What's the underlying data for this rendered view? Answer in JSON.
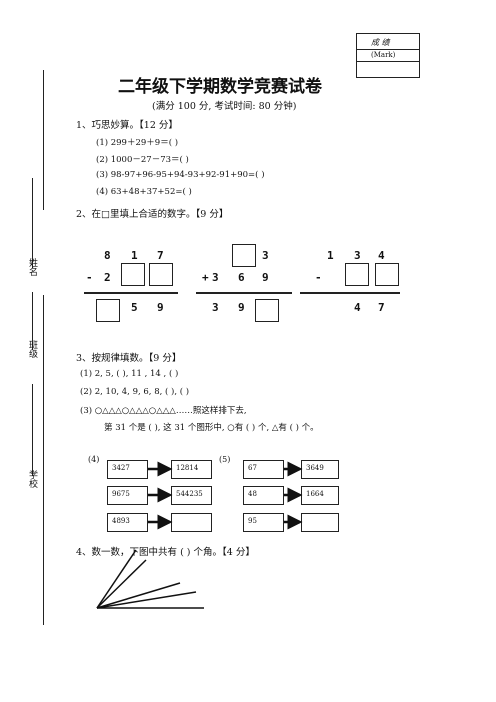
{
  "score_box": {
    "label": "成  绩",
    "sub": "(Mark)"
  },
  "title": "二年级下学期数学竞赛试卷",
  "subtitle": "(满分 100 分, 考试时间: 80 分钟)",
  "side": {
    "name": "姓名",
    "class": "班级",
    "school": "学校"
  },
  "q1": {
    "head": "1、巧思妙算。【12 分】",
    "items": [
      "(1) 299＋29＋9＝(           )",
      "(2) 1000－27－73＝(           )",
      "(3) 98-97+96-95+94-93+92-91+90=(            )",
      "(4) 63+48+37+52=(           )"
    ]
  },
  "q2": {
    "head": "2、在□里填上合适的数字。【9 分】",
    "p1": {
      "top": [
        "8",
        "1",
        "7"
      ],
      "op": "-",
      "mid": "2",
      "bot": [
        "5",
        "9"
      ]
    },
    "p2": {
      "top": "3",
      "op": "+",
      "mid": [
        "3",
        "6",
        "9"
      ],
      "bot": [
        "3",
        "9"
      ]
    },
    "p3": {
      "top": [
        "1",
        "3",
        "4"
      ],
      "op": "-",
      "bot": [
        "4",
        "7"
      ]
    }
  },
  "q3": {
    "head": "3、按规律填数。【9 分】",
    "l1": "(1) 2,  5,  (     ),  11 ,  14 ,  (          )",
    "l2": "(2) 2,  10,  4,  9,  6,  8,  (          ),  (          )",
    "l3": "(3) ○△△△○△△△○△△△……照这样排下去,",
    "l4": "第 31 个是 (      ), 这 31 个图形中, ○有 (      ) 个, △有 (      ) 个。",
    "p4_label": "(4)",
    "p5_label": "(5)",
    "p4_rows": [
      [
        "3427",
        "12814"
      ],
      [
        "9675",
        "544235"
      ],
      [
        "4893",
        ""
      ]
    ],
    "p5_rows": [
      [
        "67",
        "3649"
      ],
      [
        "48",
        "1664"
      ],
      [
        "95",
        ""
      ]
    ]
  },
  "q4": {
    "head": "4、数一数，下图中共有 (      ) 个角。【4 分】"
  }
}
